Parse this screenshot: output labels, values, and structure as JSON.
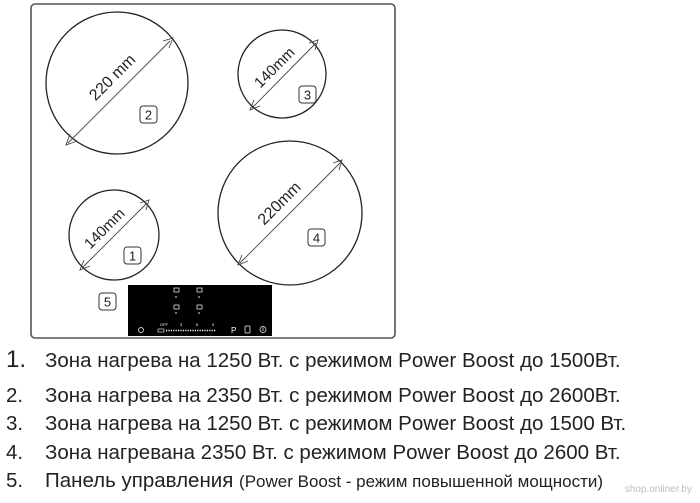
{
  "zones": [
    {
      "badge": "1",
      "diameter_label": "140mm"
    },
    {
      "badge": "2",
      "diameter_label": "220 mm"
    },
    {
      "badge": "3",
      "diameter_label": "140mm"
    },
    {
      "badge": "4",
      "diameter_label": "220mm"
    }
  ],
  "panel": {
    "badge": "5",
    "off_label": "OFF",
    "scale_labels": [
      "3",
      "6",
      "9"
    ],
    "p_label": "P"
  },
  "legend": [
    {
      "num": "1.",
      "text": "Зона нагрева на 1250 Вт. с режимом Power Boost до 1500Вт."
    },
    {
      "num": "2.",
      "text": "Зона нагрева на 2350 Вт. с режимом Power Boost до 2600Вт."
    },
    {
      "num": "3.",
      "text": "Зона нагрева на 1250 Вт. с режимом Power Boost до 1500 Вт."
    },
    {
      "num": "4.",
      "text": "Зона нагревана 2350 Вт. с режимом Power Boost до 2600 Вт."
    },
    {
      "num": "5.",
      "text": "Панель управления",
      "note": "(Power Boost - режим повышенной мощности)"
    }
  ],
  "watermark": "shop.onliner.by"
}
